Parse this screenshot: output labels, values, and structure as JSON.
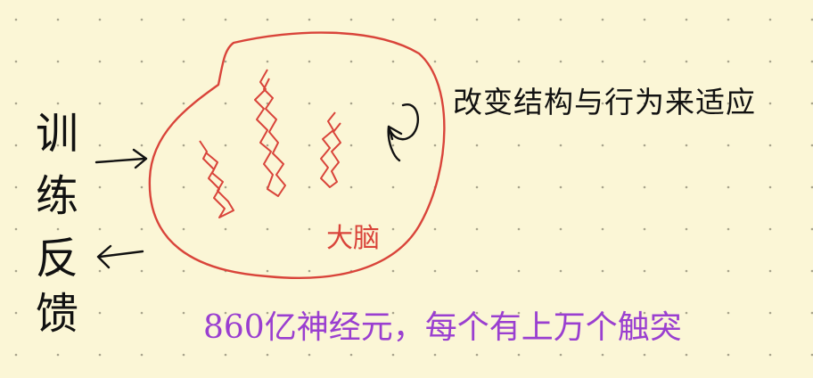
{
  "left_label": {
    "chars": [
      "训",
      "练",
      "反",
      "馈"
    ]
  },
  "brain": {
    "label": "大脑"
  },
  "right_note": "改变结构与行为来适应",
  "bottom_note": "860亿神经元，每个有上万个触突",
  "colors": {
    "background": "#fbf6d6",
    "grid_dot": "#a8a48c",
    "ink": "#111111",
    "brain_outline": "#d9443a",
    "neuron": "#d9443a",
    "bottom_note": "#9a3fd0"
  }
}
